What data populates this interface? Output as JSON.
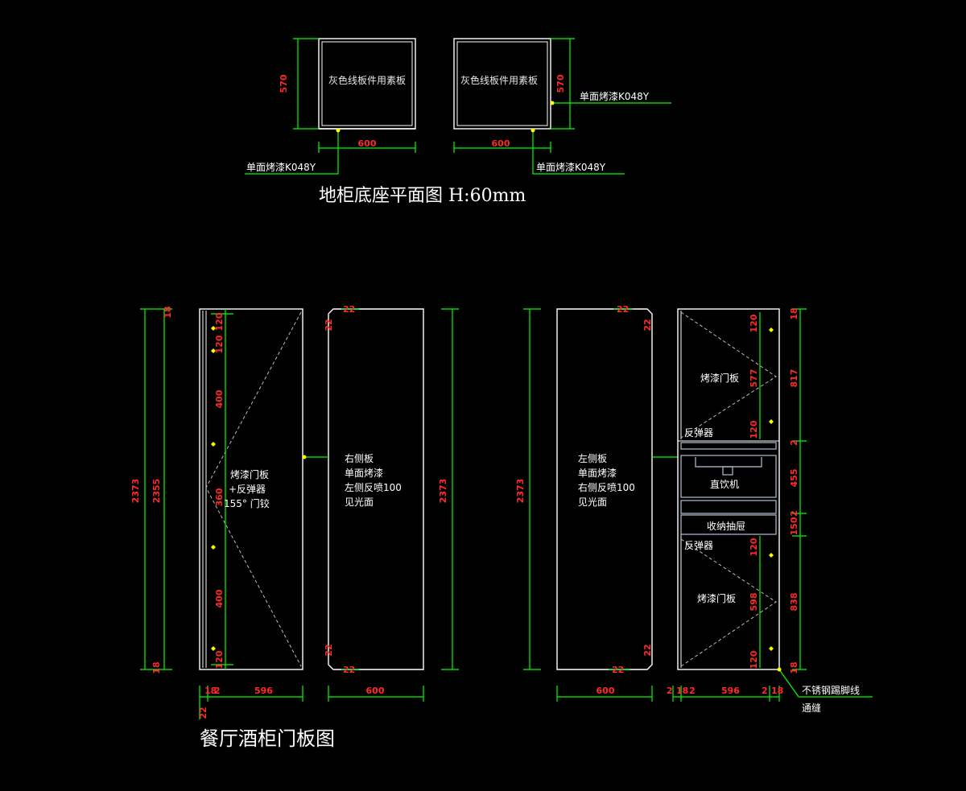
{
  "plan": {
    "title": "地柜底座平面图 H:60mm",
    "left_box_label": "灰色线板件用素板",
    "right_box_label": "灰色线板件用素板",
    "left_depth": "570",
    "right_depth": "570",
    "left_width": "600",
    "right_width": "600",
    "callout_left_bottom": "单面烤漆K048Y",
    "callout_right_bottom": "单面烤漆K048Y",
    "callout_right_side": "单面烤漆K048Y"
  },
  "elevation": {
    "title": "餐厅酒柜门板图",
    "door1": {
      "label_lines": [
        "烤漆门板",
        "+反弹器",
        "155°  门铰"
      ],
      "dim_total": "2373",
      "dim_inner": "2355",
      "dim_top": "18",
      "dim_bottom": "18",
      "dims_vertical": [
        "120",
        "120",
        "400",
        "360",
        "400",
        "120"
      ],
      "dims_bottom": [
        "18",
        "2",
        "596"
      ],
      "dim_extra": "22"
    },
    "right_side": {
      "label_lines": [
        "右侧板",
        "单面烤漆",
        "左侧反喷100",
        "见光面"
      ],
      "dim_height": "2373",
      "dim_width": "600",
      "dim_corner_top": "22",
      "dim_corner_bottom": "22"
    },
    "left_side": {
      "label_lines": [
        "左侧板",
        "单面烤漆",
        "右侧反喷100",
        "见光面"
      ],
      "dim_height": "2373",
      "dim_width": "600",
      "dim_corner_top": "22",
      "dim_corner_bottom": "22"
    },
    "unit": {
      "upper_door": "烤漆门板",
      "rebound_upper": "反弹器",
      "appliance": "直饮机",
      "drawer": "收纳抽屉",
      "rebound_lower": "反弹器",
      "lower_door": "烤漆门板",
      "dims_right": [
        "18",
        "817",
        "2",
        "455",
        "2",
        "150",
        "838",
        "18"
      ],
      "dims_inner_upper": [
        "120",
        "577",
        "120"
      ],
      "dims_inner_lower": [
        "120",
        "598",
        "120"
      ],
      "dims_bottom": [
        "2",
        "18",
        "2",
        "596",
        "2",
        "18"
      ],
      "callout_lines": [
        "不锈钢踢脚线",
        "通缝"
      ]
    }
  }
}
